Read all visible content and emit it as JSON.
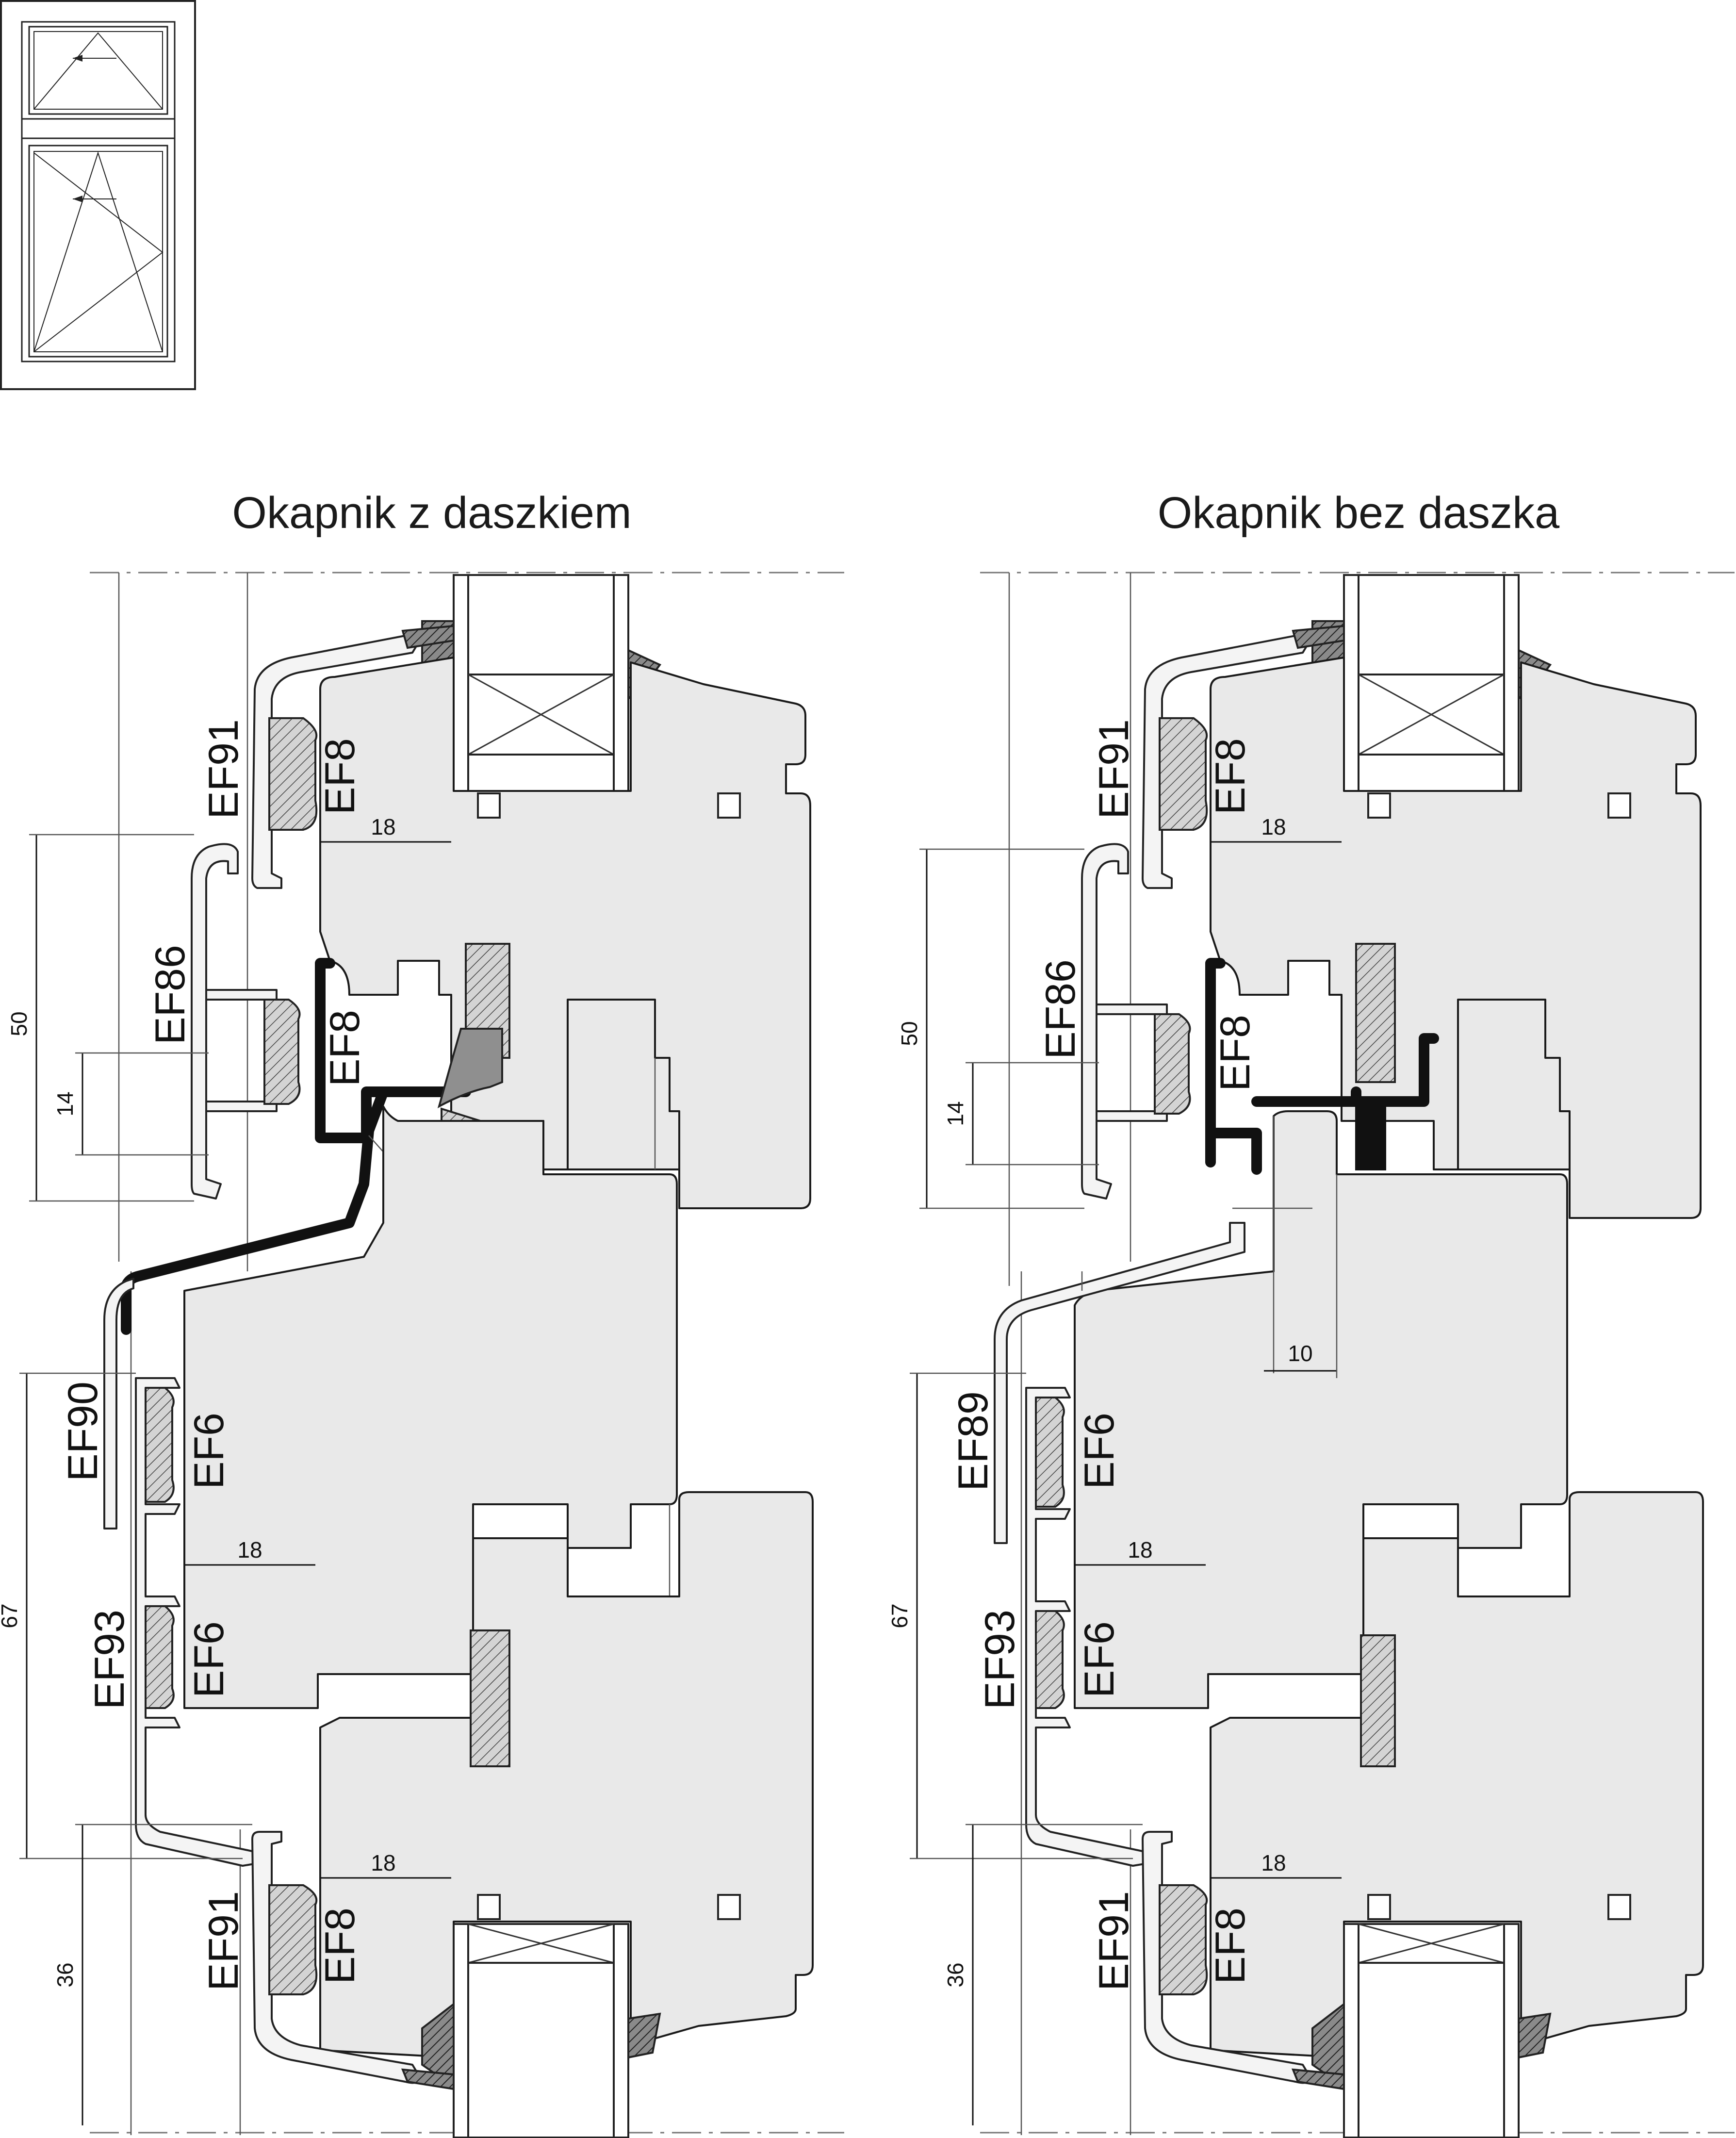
{
  "titles": {
    "left": "Okapnik z daszkiem",
    "right": "Okapnik bez daszka"
  },
  "left": {
    "labels": {
      "top_alu": "EF91",
      "top_seal": "EF8",
      "middle_alu": "EF86",
      "middle_seal": "EF8",
      "drip": "EF90",
      "lower_seal_a": "EF6",
      "lower_alu": "EF93",
      "lower_seal_b": "EF6",
      "bottom_alu": "EF91",
      "bottom_seal": "EF8"
    },
    "dims": {
      "top_width": "18",
      "mid_height": "50",
      "mid_small": "14",
      "lower_width": "18",
      "lower_height": "67",
      "bottom_width": "18",
      "bottom_height": "36"
    }
  },
  "right": {
    "labels": {
      "top_alu": "EF91",
      "top_seal": "EF8",
      "middle_alu": "EF86",
      "middle_seal": "EF8",
      "drip": "EF89",
      "lower_seal_a": "EF6",
      "lower_alu": "EF93",
      "lower_seal_b": "EF6",
      "bottom_alu": "EF91",
      "bottom_seal": "EF8"
    },
    "dims": {
      "top_width": "18",
      "mid_height": "50",
      "mid_small": "14",
      "gap_width": "10",
      "lower_width": "18",
      "lower_height": "67",
      "bottom_width": "18",
      "bottom_height": "36"
    }
  }
}
